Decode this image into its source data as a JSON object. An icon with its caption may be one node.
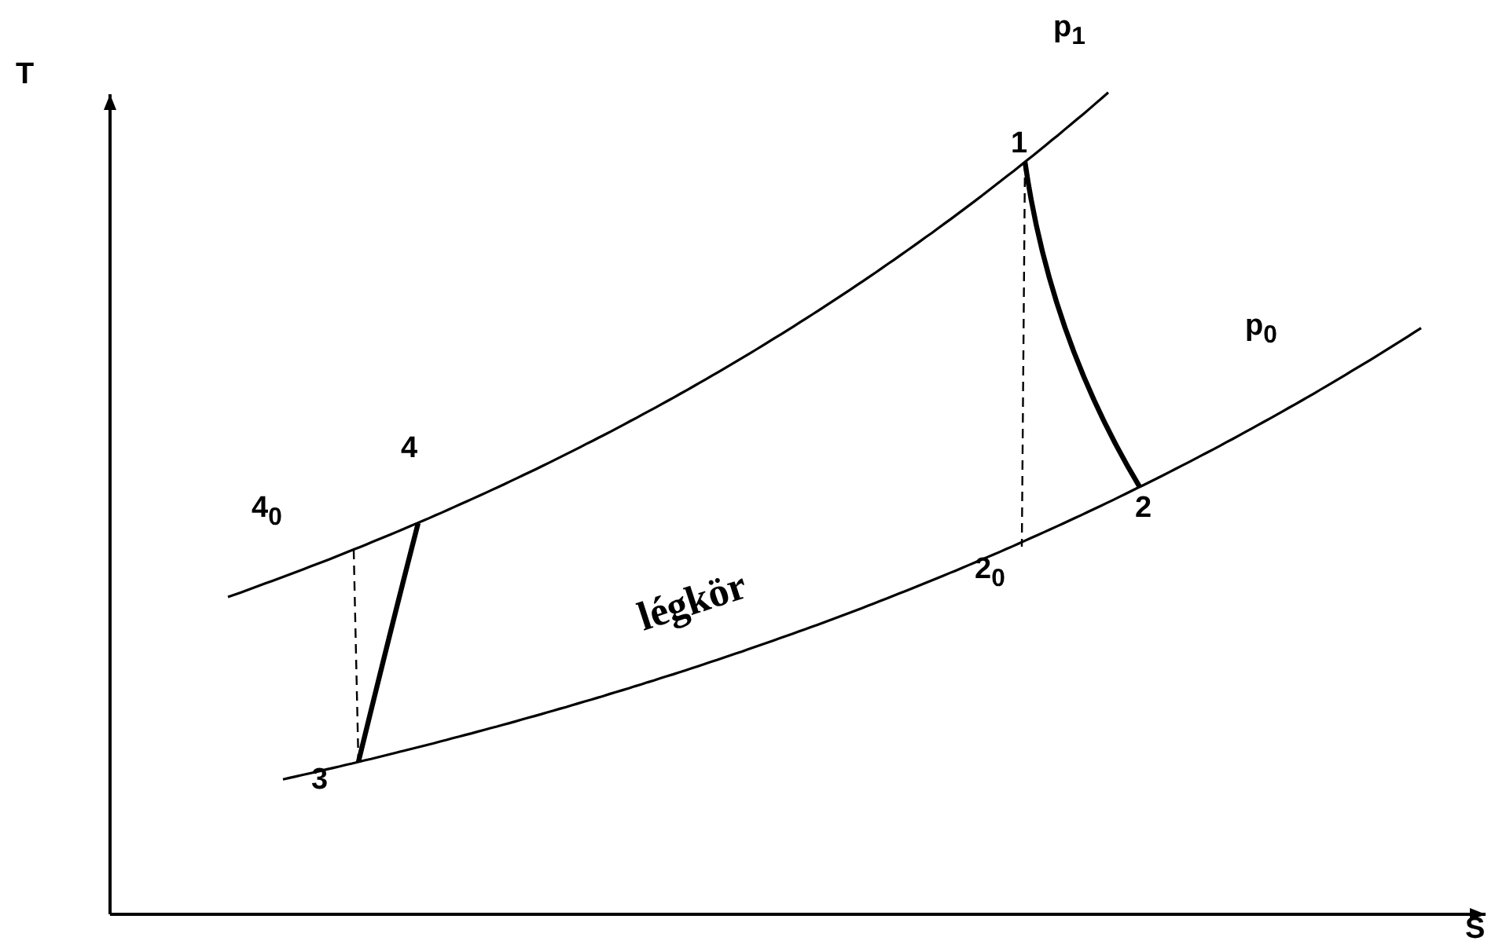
{
  "diagram": {
    "nodes": [
      {
        "text": [
          "1"
        ]
      },
      {
        "text": [
          "2"
        ]
      },
      {
        "text": [
          "2$_{0}$"
        ]
      },
      {
        "text": [
          "3"
        ]
      },
      {
        "text": [
          "4"
        ]
      },
      {
        "text": [
          "4$_{0}$"
        ]
      }
    ],
    "edges": [
      {
        "from": 0,
        "to": 1,
        "arrow": "none",
        "style": "thick"
      },
      {
        "from": 3,
        "to": 4,
        "arrow": "none",
        "style": "thick"
      },
      {
        "from": 0,
        "to": 2,
        "arrow": "none",
        "style": "dashed"
      },
      {
        "from": 5,
        "to": 3,
        "arrow": "none",
        "style": "dashed"
      }
    ],
    "labels": [
      "T",
      "p$_{1}$",
      "p$_{0}$",
      "légkör",
      "S"
    ]
  }
}
